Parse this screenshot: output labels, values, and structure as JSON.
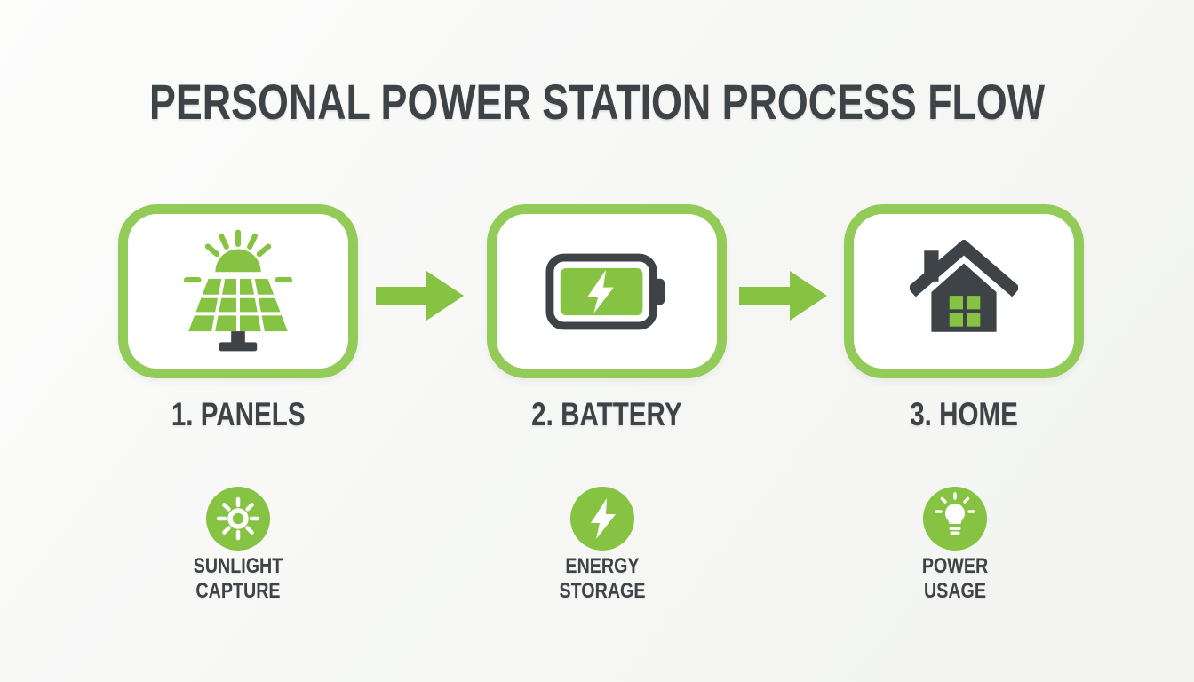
{
  "title": "PERSONAL POWER STATION PROCESS FLOW",
  "colors": {
    "green": "#87C343",
    "green_border": "#92CB57",
    "dark": "#3E4347",
    "background": "#F7F8F5"
  },
  "steps": [
    {
      "label": "1. PANELS",
      "icon": "solar-panel-icon"
    },
    {
      "label": "2. BATTERY",
      "icon": "battery-icon"
    },
    {
      "label": "3. HOME",
      "icon": "house-icon"
    }
  ],
  "connectors": [
    {
      "icon": "arrow-right-icon"
    },
    {
      "icon": "arrow-right-icon"
    }
  ],
  "functions": [
    {
      "line1": "SUNLIGHT",
      "line2": "CAPTURE",
      "icon": "sun-icon"
    },
    {
      "line1": "ENERGY",
      "line2": "STORAGE",
      "icon": "lightning-bolt-icon"
    },
    {
      "line1": "POWER",
      "line2": "USAGE",
      "icon": "lightbulb-icon"
    }
  ]
}
